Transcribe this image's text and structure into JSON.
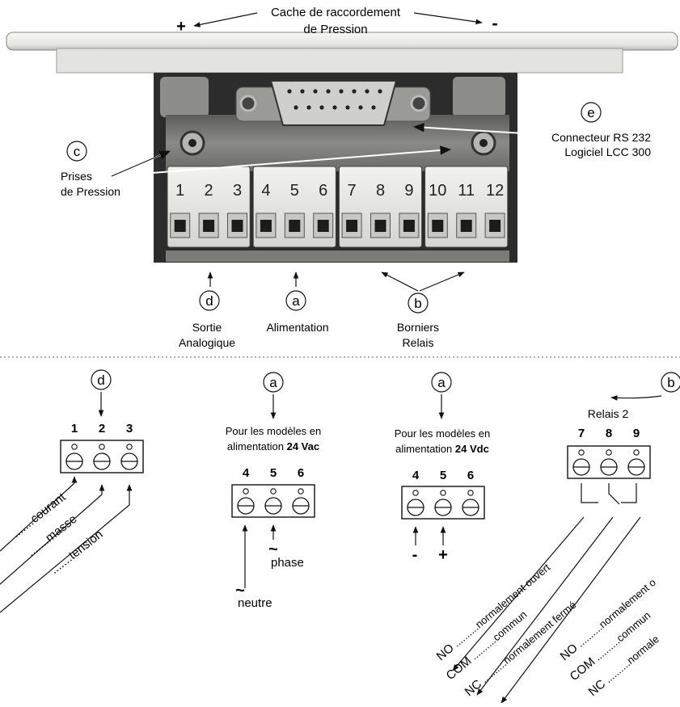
{
  "top": {
    "plus": "+",
    "minus": "-",
    "cache_line1": "Cache de raccordement",
    "cache_line2": "de Pression"
  },
  "photo": {
    "terminal_numbers": [
      "1",
      "2",
      "3",
      "4",
      "5",
      "6",
      "7",
      "8",
      "9",
      "10",
      "11",
      "12"
    ]
  },
  "callouts": {
    "e": {
      "letter": "e",
      "line1": "Connecteur RS 232",
      "line2": "Logiciel LCC 300"
    },
    "c": {
      "letter": "c",
      "line1": "Prises",
      "line2": "de Pression"
    },
    "d": {
      "letter": "d",
      "line1": "Sortie",
      "line2": "Analogique"
    },
    "a": {
      "letter": "a",
      "line1": "Alimentation"
    },
    "b": {
      "letter": "b",
      "line1": "Borniers",
      "line2": "Relais"
    }
  },
  "diagram_d": {
    "letter": "d",
    "numbers": [
      "1",
      "2",
      "3"
    ],
    "labels": [
      "courant",
      "masse",
      "tension"
    ]
  },
  "diagram_vac": {
    "letter": "a",
    "line1": "Pour les modèles en",
    "line2_prefix": "alimentation ",
    "line2_bold": "24 Vac",
    "numbers": [
      "4",
      "5",
      "6"
    ],
    "tilde": "~",
    "phase": "phase",
    "neutre": "neutre"
  },
  "diagram_vdc": {
    "letter": "a",
    "line1": "Pour les modèles en",
    "line2_prefix": "alimentation ",
    "line2_bold": "24 Vdc",
    "numbers": [
      "4",
      "5",
      "6"
    ],
    "minus": "-",
    "plus": "+"
  },
  "diagram_relay": {
    "letter": "b",
    "title": "Relais 2",
    "numbers": [
      "7",
      "8",
      "9"
    ],
    "labels_right": [
      "normalement ouvert",
      "commun",
      "normalement fermé"
    ],
    "abbrev": [
      "NO",
      "COM",
      "NC"
    ],
    "labels2_right": [
      "normalement o",
      "commun",
      "normale"
    ],
    "abbrev2": [
      "NO",
      "COM",
      "NC"
    ]
  },
  "colors": {
    "photo_bg": "#7a7a7a",
    "terminal": "#e8e8e6",
    "stroke": "#111111"
  }
}
